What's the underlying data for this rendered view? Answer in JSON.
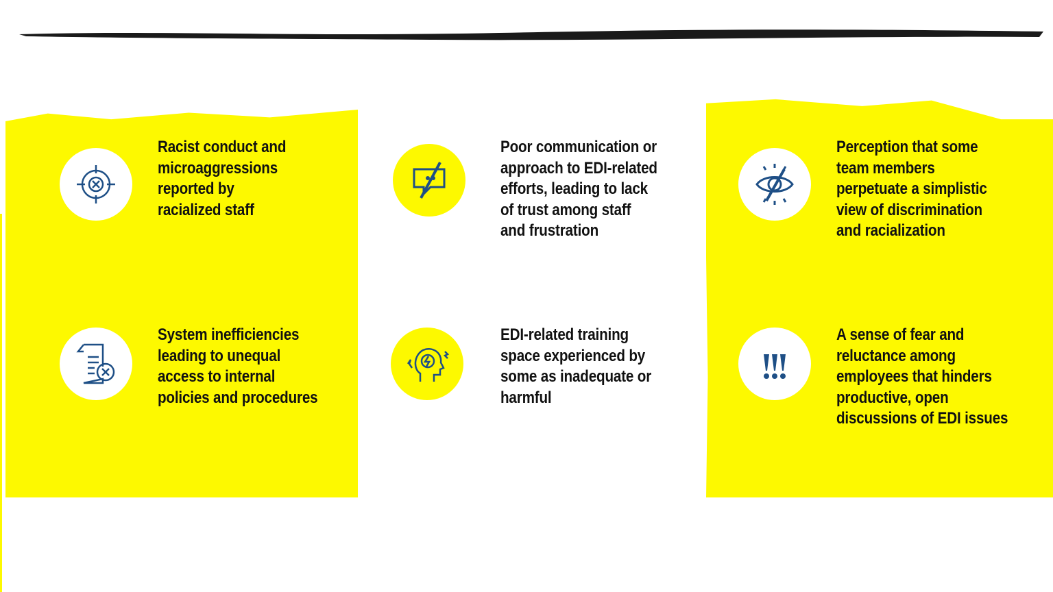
{
  "colors": {
    "accent": "#fdf900",
    "icon_blue": "#1e4f86",
    "text": "#111111",
    "brush": "#1a1a1a"
  },
  "items": [
    {
      "text": "Racist conduct and\nmicroaggressions\nreported by\nracialized staff",
      "icon": "target-x-icon"
    },
    {
      "text": "Poor communication or\napproach to EDI-related\nefforts, leading to lack\nof trust among staff\nand frustration",
      "icon": "muted-chat-icon"
    },
    {
      "text": "Perception that some\nteam members\nperpetuate a simplistic\nview of discrimination\nand racialization",
      "icon": "eye-slash-icon"
    },
    {
      "text": "System inefficiencies\nleading to unequal\naccess to internal\npolicies and procedures",
      "icon": "document-x-icon"
    },
    {
      "text": "EDI-related training\nspace experienced by\nsome as inadequate or\nharmful",
      "icon": "head-lightning-icon"
    },
    {
      "text": "A sense of fear and\nreluctance among\nemployees that hinders\nproductive, open\ndiscussions of EDI issues",
      "icon": "exclamation-icon"
    }
  ]
}
